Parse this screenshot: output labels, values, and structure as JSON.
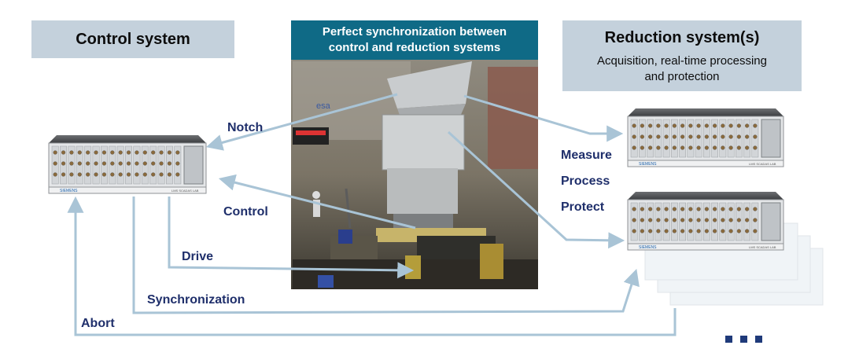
{
  "control_system": {
    "title": "Control system"
  },
  "center": {
    "title_line1": "Perfect synchronization between",
    "title_line2": "control and reduction systems",
    "photo_esa_logo": "esa"
  },
  "reduction_system": {
    "title": "Reduction system(s)",
    "subtitle_line1": "Acquisition, real-time processing",
    "subtitle_line2": "and protection"
  },
  "labels": {
    "notch": "Notch",
    "control": "Control",
    "drive": "Drive",
    "synchronization": "Synchronization",
    "abort": "Abort",
    "measure": "Measure",
    "process": "Process",
    "protect": "Protect"
  },
  "device": {
    "brand": "SIEMENS",
    "model": "LMS SCADAS LAB"
  },
  "ellipsis": "..."
}
